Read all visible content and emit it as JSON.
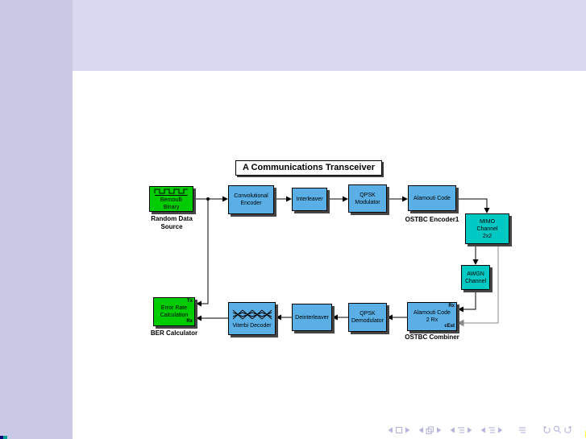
{
  "frame": {
    "header_color": "#d8d8f0",
    "sidebar_color": "#c9c9e6",
    "canvas_color": "#ffffff",
    "nav_symbol_color": "#b4b4dc",
    "corner_navy": "#000080",
    "corner_teal": "#009e93"
  },
  "diagram": {
    "title": "A Communications Transceiver",
    "colors": {
      "source_block": "#00cc00",
      "process_block": "#5aafe6",
      "channel_block": "#00c8c2",
      "signal_line": "#000000",
      "estimate_line": "#8a8a8a"
    },
    "blocks": [
      {
        "id": "bernoulli-binary",
        "line1": "Bernoulli",
        "line2": "Binary",
        "sublabel": "Random Data Source"
      },
      {
        "id": "convolutional-encoder",
        "line1": "Convolutional",
        "line2": "Encoder"
      },
      {
        "id": "interleaver",
        "line1": "Interleaver"
      },
      {
        "id": "qpsk-modulator",
        "line1": "QPSK",
        "line2": "Modulator"
      },
      {
        "id": "alamouti-code",
        "line1": "Alamouti Code",
        "sublabel": "OSTBC Encoder1"
      },
      {
        "id": "mimo-channel",
        "line1": "MIMO",
        "line2": "Channel",
        "line3": "2x2"
      },
      {
        "id": "awgn-channel",
        "line1": "AWGN",
        "line2": "Channel"
      },
      {
        "id": "error-rate-calculation",
        "line1": "Error Rate",
        "line2": "Calculation",
        "sublabel": "BER Calculator",
        "port_top": "Tx",
        "port_bottom": "Rx"
      },
      {
        "id": "viterbi-decoder",
        "line1": "Viterbi Decoder"
      },
      {
        "id": "deinterleaver",
        "line1": "Deinterleaver"
      },
      {
        "id": "qpsk-demodulator",
        "line1": "QPSK",
        "line2": "Demodulator"
      },
      {
        "id": "alamouti-code-2rx",
        "line1": "Alamouti Code",
        "line2": "2 Rx",
        "sublabel": "OSTBC Combiner",
        "port_top": "Rx",
        "port_bottom": "cEst"
      }
    ]
  },
  "nav": {
    "icons": [
      "prev-slide-icon",
      "slide-icon",
      "next-slide-icon",
      "prev-frame-icon",
      "frame-overlay-icon",
      "next-frame-icon",
      "prev-subsection-icon",
      "subsection-icon",
      "next-subsection-icon",
      "prev-section-icon",
      "section-icon",
      "next-section-icon",
      "presentation-icon",
      "back-icon",
      "search-icon",
      "forward-icon"
    ]
  }
}
